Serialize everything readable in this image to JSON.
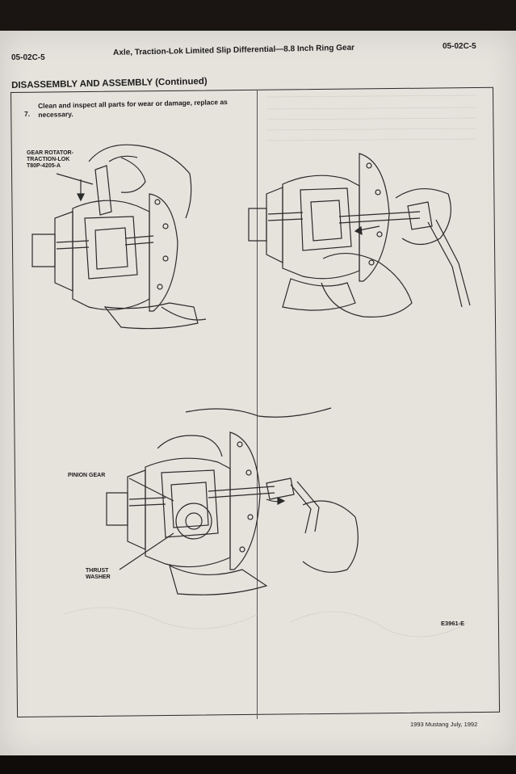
{
  "header": {
    "code_left": "05-02C-5",
    "title": "Axle, Traction-Lok Limited Slip Differential—8.8 Inch Ring Gear",
    "code_right": "05-02C-5"
  },
  "section": {
    "title": "DISASSEMBLY AND ASSEMBLY (Continued)"
  },
  "step": {
    "number": "7.",
    "text": "Clean and inspect all parts for wear or damage, replace as necessary."
  },
  "figure": {
    "label_tool": "GEAR ROTATOR-TRACTION-LOK T80P-4205-A",
    "label_tool_line1": "GEAR ROTATOR-",
    "label_tool_line2": "TRACTION-LOK",
    "label_tool_line3": "T80P-4205-A",
    "label_pinion": "PINION GEAR",
    "label_thrust_line1": "THRUST",
    "label_thrust_line2": "WASHER",
    "code": "E3961-E"
  },
  "footer": {
    "text": "1993 Mustang July, 1992"
  }
}
